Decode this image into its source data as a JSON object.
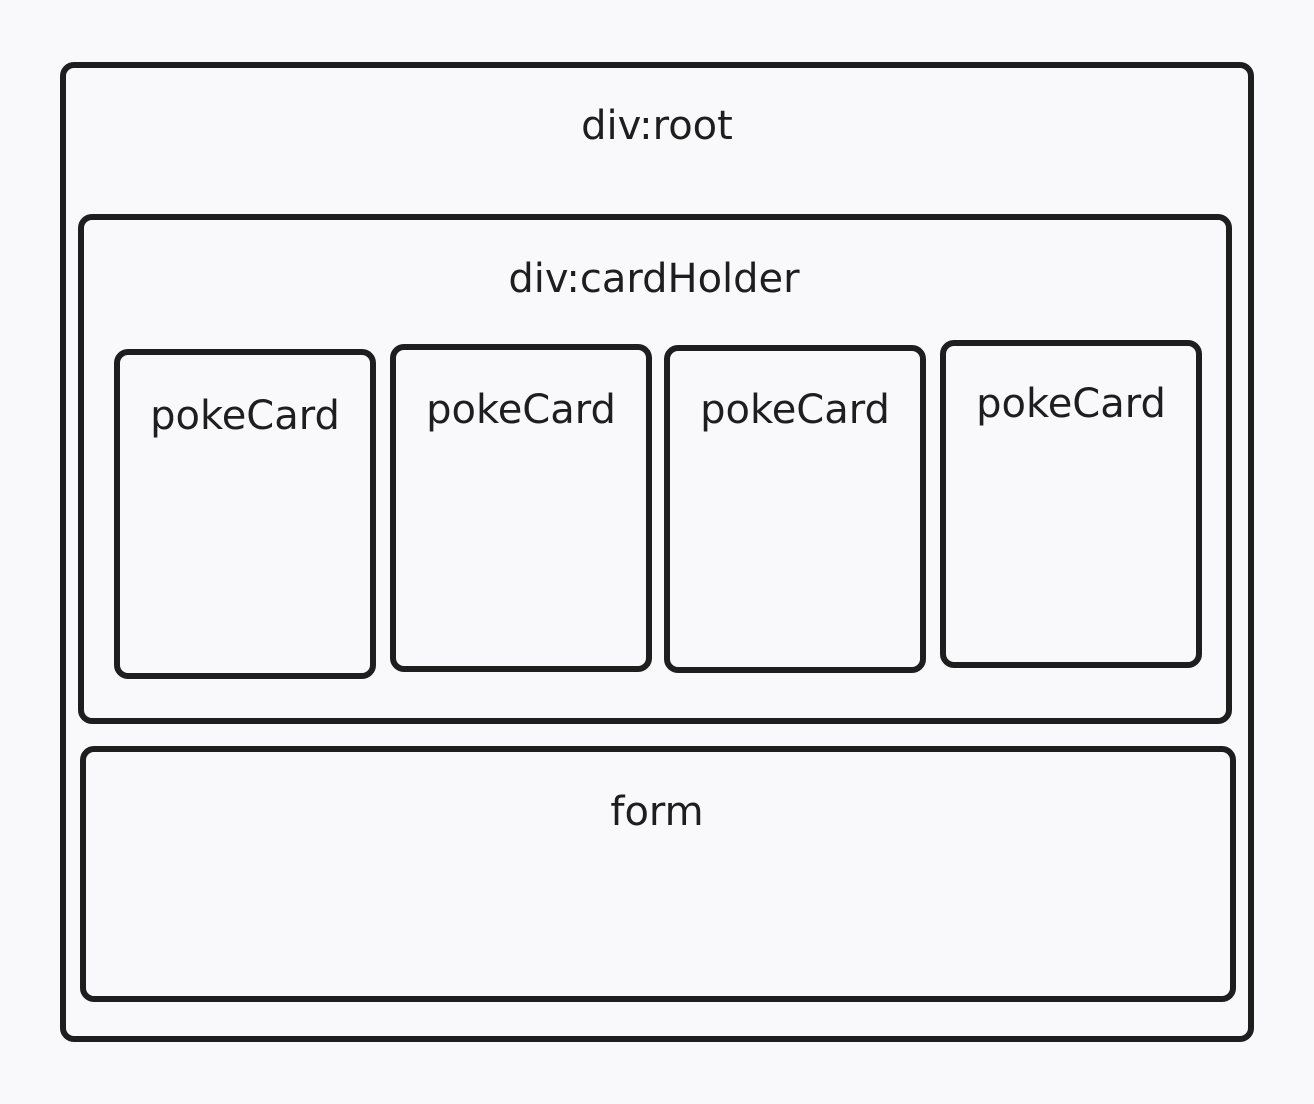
{
  "diagram": {
    "root": {
      "label": "div:root"
    },
    "card_holder": {
      "label": "div:cardHolder",
      "cards": [
        {
          "label": "pokeCard"
        },
        {
          "label": "pokeCard"
        },
        {
          "label": "pokeCard"
        },
        {
          "label": "pokeCard"
        }
      ]
    },
    "form": {
      "label": "form"
    }
  },
  "colors": {
    "background": "#f9f9fb",
    "stroke": "#1e1e1e",
    "text": "#1e1e1e"
  }
}
